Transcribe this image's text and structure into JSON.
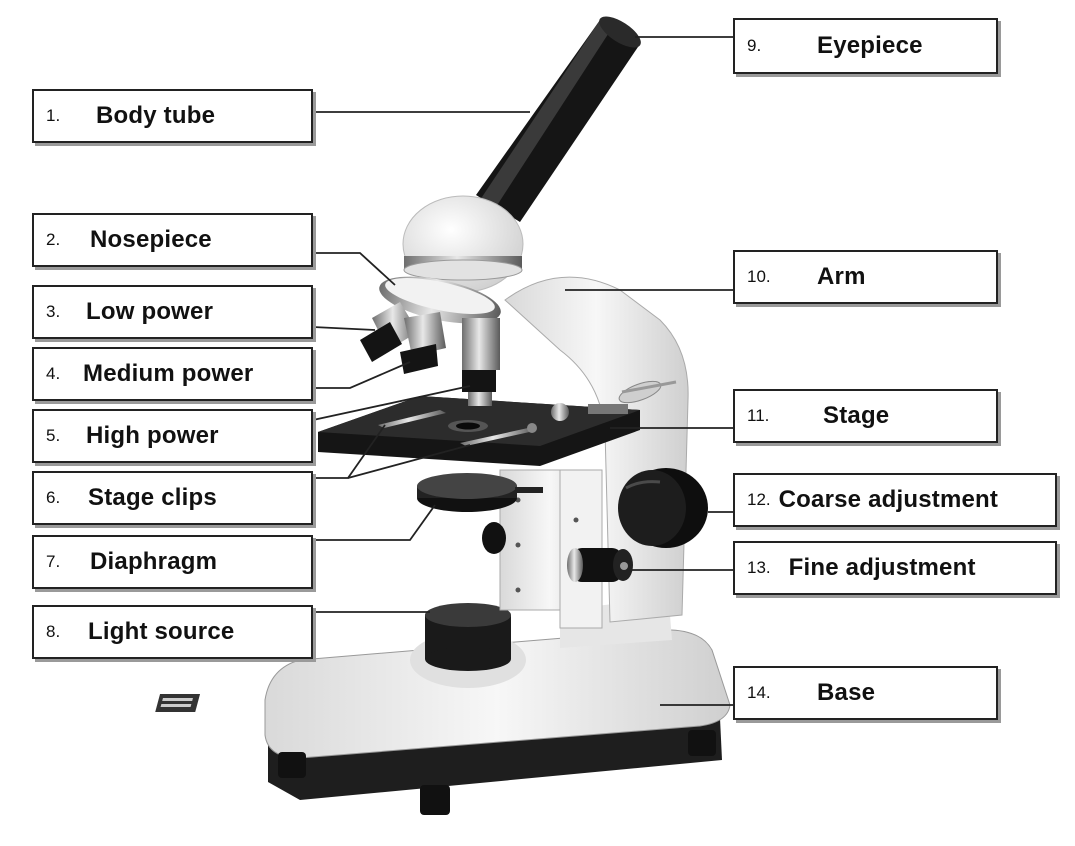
{
  "labels": [
    {
      "num": "1.",
      "text": "Body tube"
    },
    {
      "num": "2.",
      "text": "Nosepiece"
    },
    {
      "num": "3.",
      "text": "Low power"
    },
    {
      "num": "4.",
      "text": "Medium power"
    },
    {
      "num": "5.",
      "text": "High power"
    },
    {
      "num": "6.",
      "text": "Stage clips"
    },
    {
      "num": "7.",
      "text": "Diaphragm"
    },
    {
      "num": "8.",
      "text": "Light source"
    },
    {
      "num": "9.",
      "text": "Eyepiece"
    },
    {
      "num": "10.",
      "text": "Arm"
    },
    {
      "num": "11.",
      "text": "Stage"
    },
    {
      "num": "12.",
      "text": "Coarse adjustment"
    },
    {
      "num": "13.",
      "text": "Fine adjustment"
    },
    {
      "num": "14.",
      "text": "Base"
    }
  ],
  "colors": {
    "border": "#222222",
    "shadow": "#9a9a9a",
    "body": "#eeeeee",
    "dark": "#1c1c1c",
    "chrome": "#b8b8b8"
  }
}
